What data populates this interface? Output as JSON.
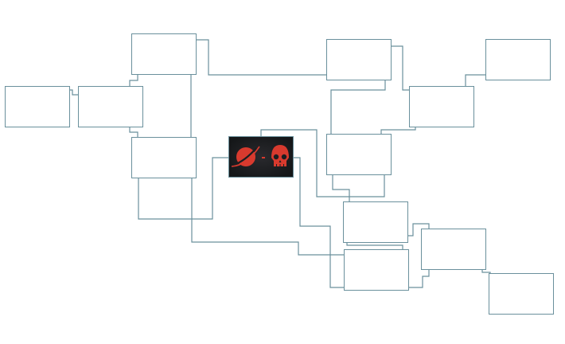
{
  "diagram": {
    "type": "mind-map",
    "colors": {
      "line": "#6a909c",
      "center_bg": "#1b1e21",
      "icon_red": "#d83a2e"
    },
    "center_node": {
      "icons": [
        "planet-icon",
        "dash-icon",
        "skull-icon"
      ]
    },
    "nodes": [
      {
        "id": "n1"
      },
      {
        "id": "n2"
      },
      {
        "id": "n3"
      },
      {
        "id": "n4"
      },
      {
        "id": "n5"
      },
      {
        "id": "n6"
      },
      {
        "id": "n7"
      },
      {
        "id": "n8"
      },
      {
        "id": "n9"
      },
      {
        "id": "n10"
      },
      {
        "id": "n11"
      },
      {
        "id": "n12"
      }
    ]
  }
}
